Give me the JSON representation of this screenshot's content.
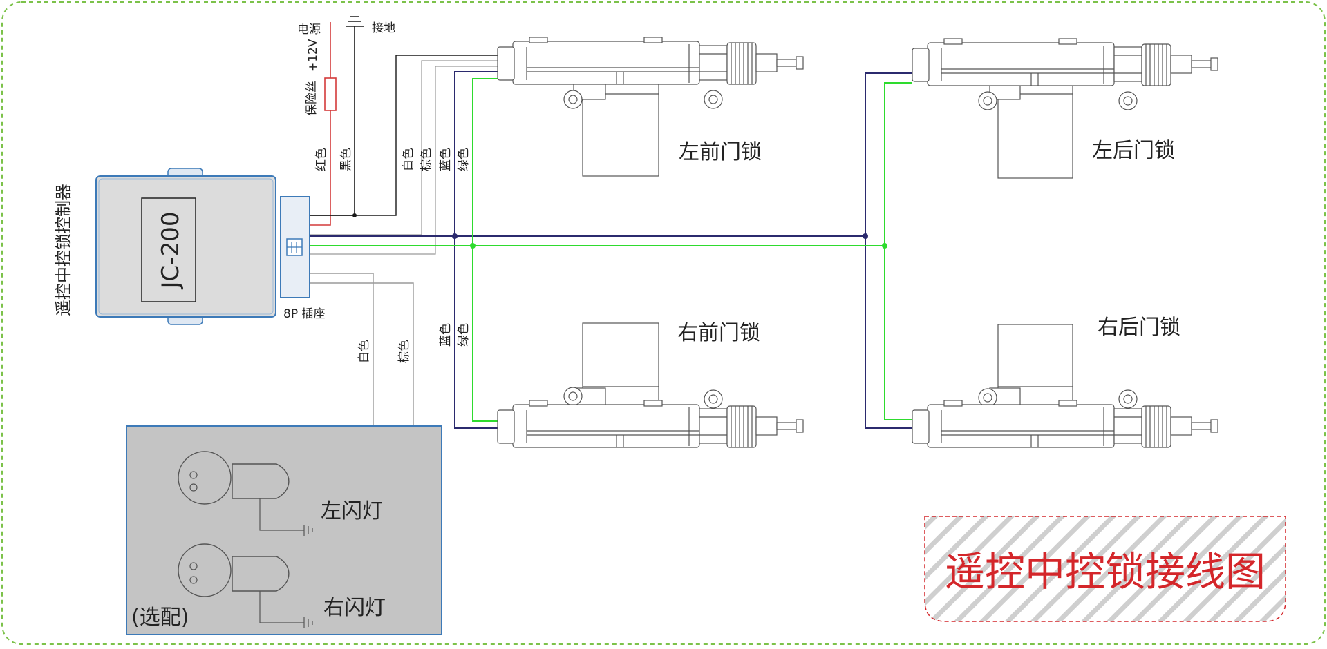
{
  "controller": {
    "vertical_label": "遥控中控锁控制器",
    "model": "JC-200",
    "socket_label": "8P 插座"
  },
  "power": {
    "source_label": "电源",
    "voltage_label": "+12V",
    "fuse_label": "保险丝",
    "ground_label": "接地"
  },
  "wires": {
    "red": "红色",
    "black": "黑色",
    "white": "白色",
    "brown": "棕色",
    "blue": "蓝色",
    "green": "绿色",
    "lower_blue": "蓝色",
    "lower_green": "绿色",
    "lamp_white": "白色",
    "lamp_brown": "棕色"
  },
  "locks": {
    "front_left": "左前门锁",
    "rear_left": "左后门锁",
    "front_right": "右前门锁",
    "rear_right": "右后门锁"
  },
  "lamps": {
    "left": "左闪灯",
    "right": "右闪灯",
    "optional": "(选配)"
  },
  "title": "遥控中控锁接线图",
  "colors": {
    "red_wire": "#d43a3a",
    "black_wire": "#1a1a1a",
    "blue_wire": "#2b2a6e",
    "green_wire": "#2edb2e",
    "gray_wire": "#9a9a9a",
    "title_red": "#d4262a",
    "lamp_panel": "#c4c4c4",
    "frame_green": "#7cc24a"
  }
}
